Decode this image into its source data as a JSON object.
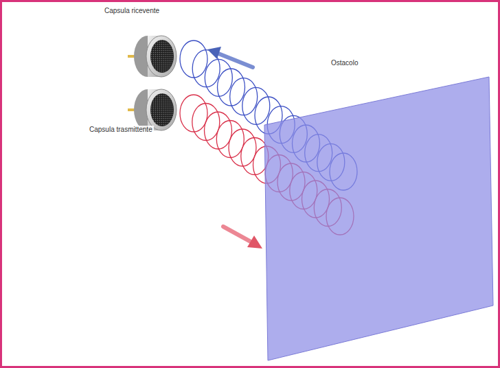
{
  "diagram": {
    "labels": [
      "Capsula ricevente",
      "Ostacolo",
      "Capsula trasmittente"
    ]
  }
}
